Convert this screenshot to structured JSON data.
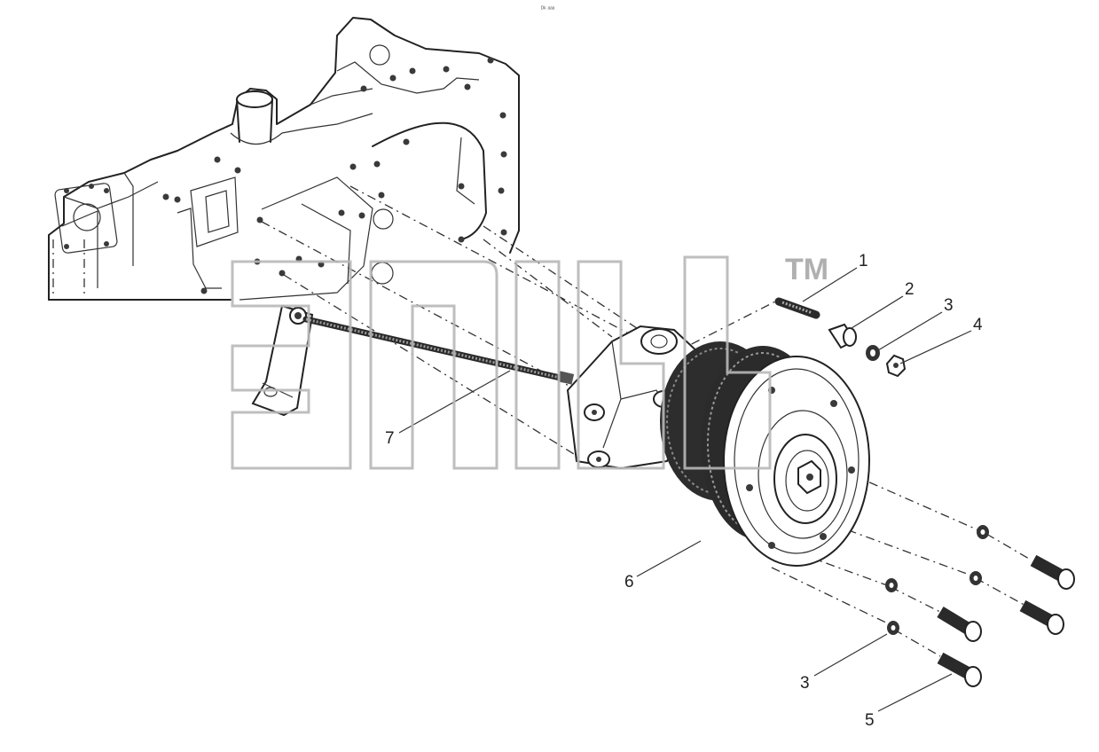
{
  "header_text": "ᴰᵏ ᵃᵃᵃ",
  "watermark": {
    "trademark": "TM"
  },
  "callouts": [
    {
      "id": "1",
      "label": "1"
    },
    {
      "id": "2",
      "label": "2"
    },
    {
      "id": "3a",
      "label": "3"
    },
    {
      "id": "4",
      "label": "4"
    },
    {
      "id": "7",
      "label": "7"
    },
    {
      "id": "6",
      "label": "6"
    },
    {
      "id": "3b",
      "label": "3"
    },
    {
      "id": "5",
      "label": "5"
    }
  ]
}
